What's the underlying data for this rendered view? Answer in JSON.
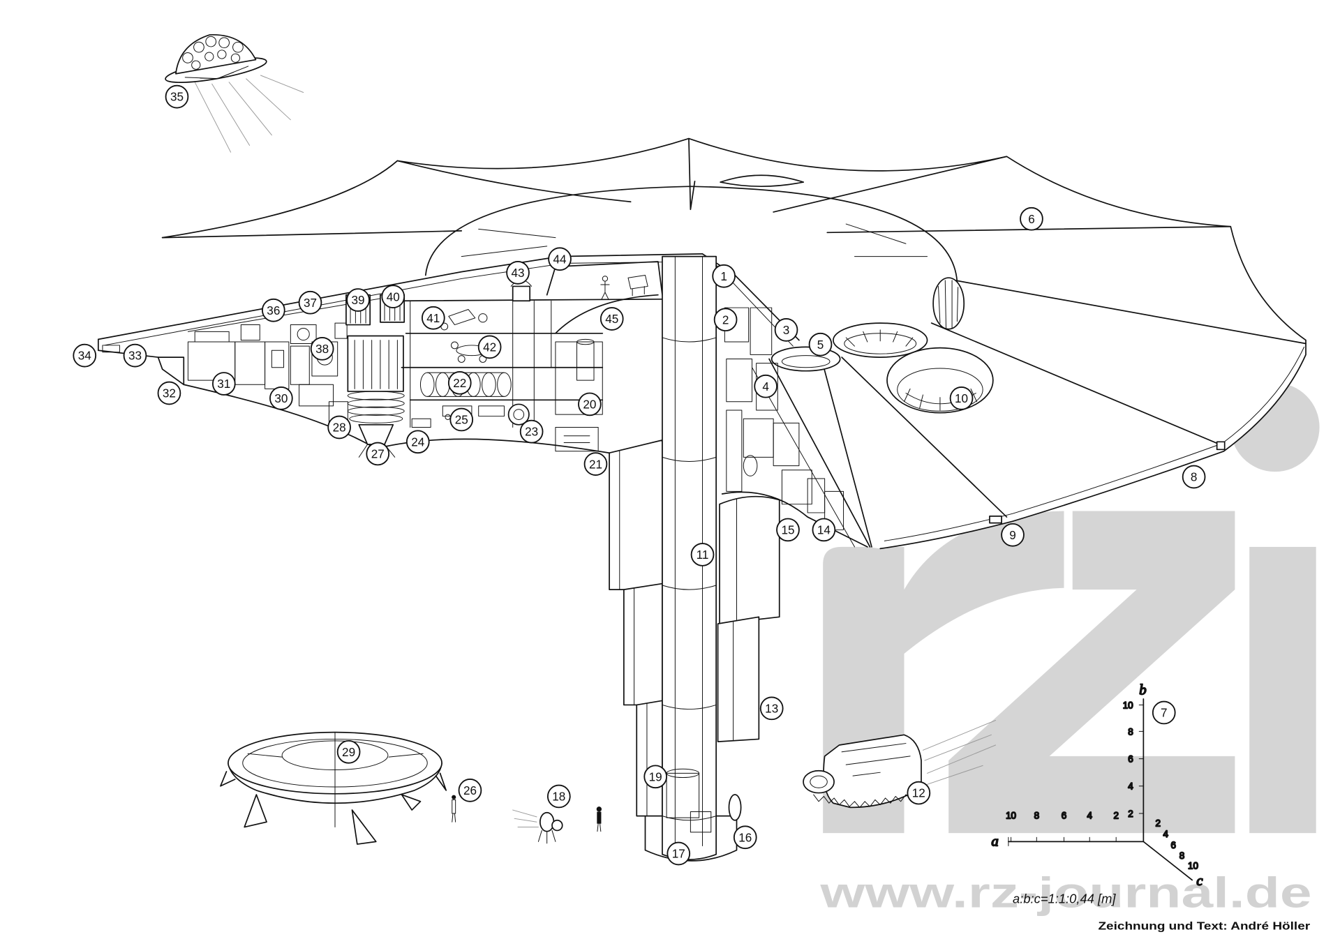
{
  "colors": {
    "ink": "#111111",
    "watermark": "#d5d5d5",
    "background": "#ffffff"
  },
  "callouts": [
    "1",
    "2",
    "3",
    "4",
    "5",
    "6",
    "7",
    "8",
    "9",
    "10",
    "11",
    "12",
    "13",
    "14",
    "15",
    "16",
    "17",
    "18",
    "19",
    "20",
    "21",
    "22",
    "23",
    "24",
    "25",
    "26",
    "27",
    "28",
    "29",
    "30",
    "31",
    "32",
    "33",
    "34",
    "35",
    "36",
    "37",
    "38",
    "39",
    "40",
    "41",
    "42",
    "43",
    "44",
    "45"
  ],
  "scale_axes": {
    "a_label": "a",
    "b_label": "b",
    "c_label": "c",
    "a_ticks": [
      "10",
      "8",
      "6",
      "4",
      "2"
    ],
    "b_ticks": [
      "10",
      "8",
      "6",
      "4",
      "2"
    ],
    "c_ticks": [
      "2",
      "4",
      "6",
      "8",
      "10"
    ],
    "ratio": "a:b:c=1:1:0,44 [m]"
  },
  "watermark": {
    "url": "www.rz-journal.de"
  },
  "credit": "Zeichnung und Text: André Höller"
}
